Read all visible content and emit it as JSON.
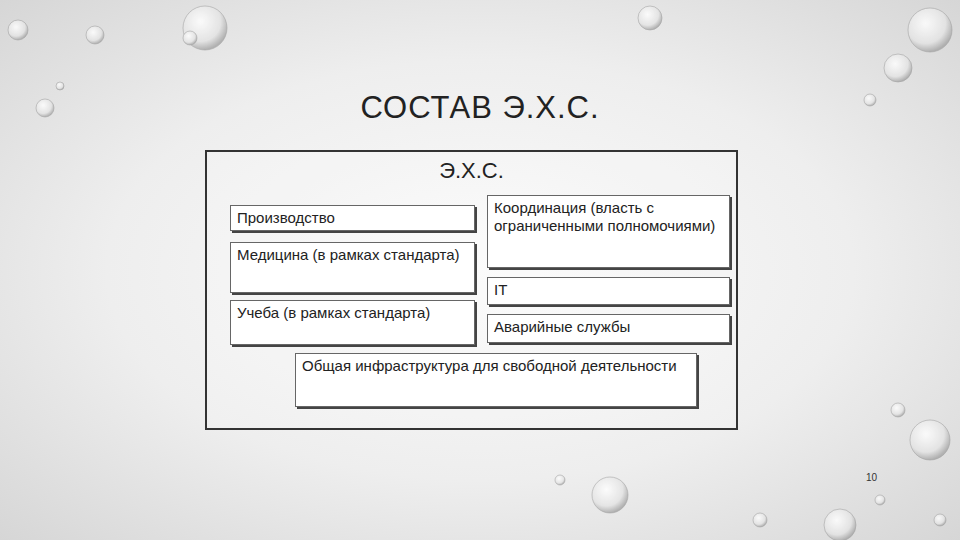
{
  "diagram": {
    "title": "СОСТАВ Э.Х.С.",
    "nodes": [
      {
        "text": [
          "Э.Х.С."
        ]
      },
      {
        "text": [
          "Производство"
        ],
        "in": 0
      },
      {
        "text": [
          "Медицина (в рамках стандарта)"
        ],
        "in": 0
      },
      {
        "text": [
          "Учеба (в рамках стандарта)"
        ],
        "in": 0
      },
      {
        "text": [
          "Координация (власть с ограниченными полномочиями)"
        ],
        "in": 0
      },
      {
        "text": [
          "IT"
        ],
        "in": 0
      },
      {
        "text": [
          "Аварийные службы"
        ],
        "in": 0
      },
      {
        "text": [
          "Общая инфраструктура для свободной деятельности"
        ],
        "in": 0
      }
    ],
    "labels": [
      "10"
    ]
  }
}
